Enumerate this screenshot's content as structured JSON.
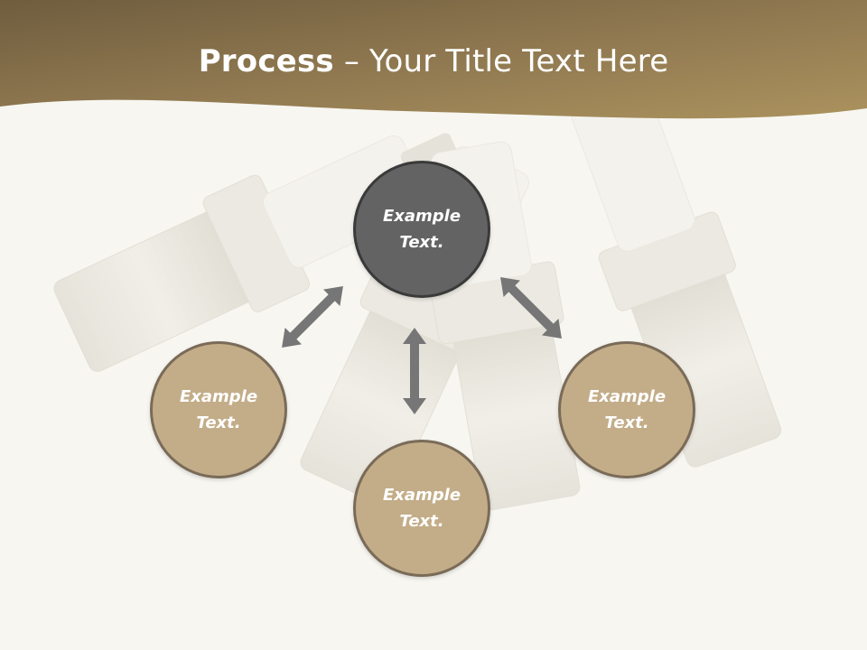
{
  "title": {
    "bold": "Process",
    "rest": " – Your Title Text Here"
  },
  "nodes": [
    {
      "label": "Example\nText."
    },
    {
      "label": "Example\nText."
    },
    {
      "label": "Example\nText."
    },
    {
      "label": "Example\nText."
    }
  ],
  "colors": {
    "header": "#8f7850",
    "node_dark": "#636363",
    "node_tan": "#c3ad88",
    "arrow": "#767676"
  },
  "icons": [
    "double-arrow-icon"
  ]
}
